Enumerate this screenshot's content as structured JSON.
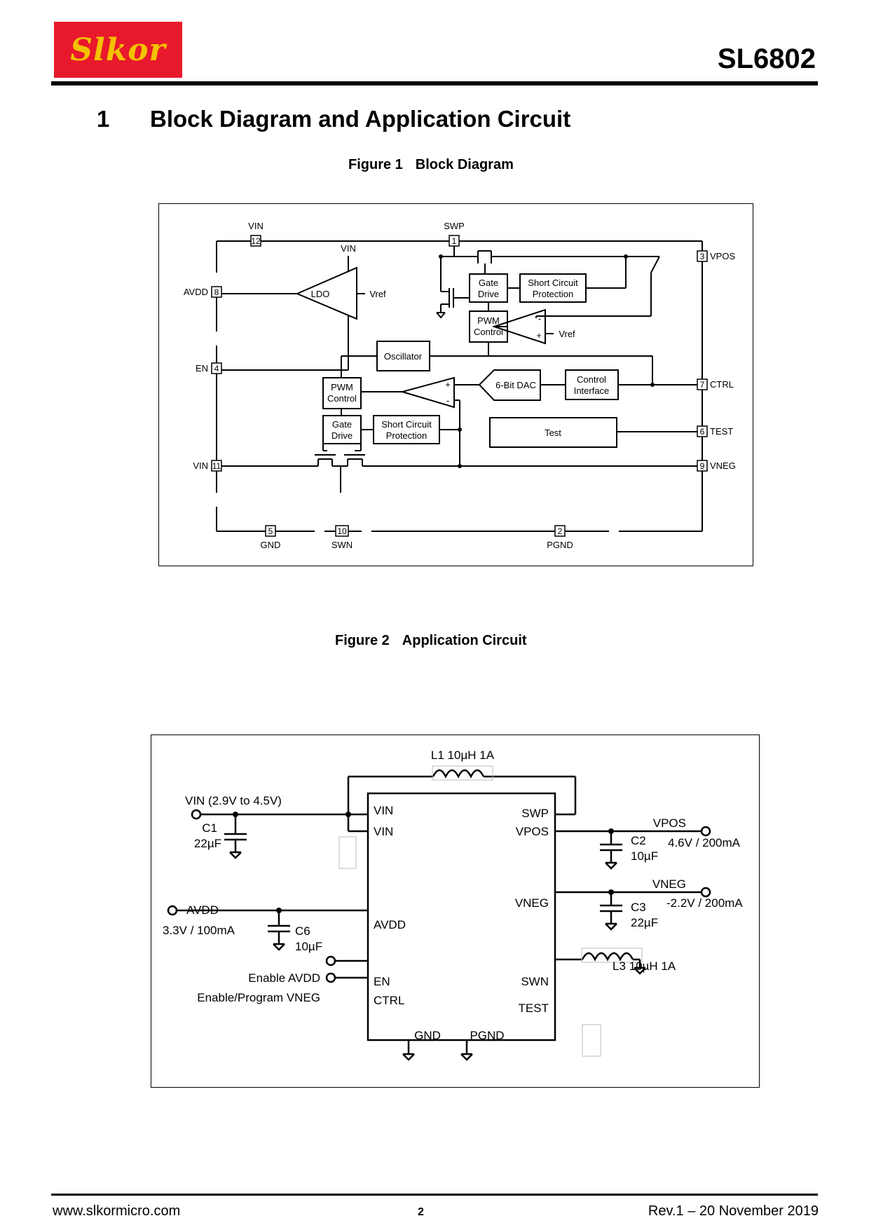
{
  "header": {
    "logo_text": "Slkor",
    "part_number": "SL6802"
  },
  "section": {
    "number": "1",
    "title": "Block Diagram and Application Circuit"
  },
  "figure1": {
    "label": "Figure 1",
    "title": "Block Diagram",
    "pins": {
      "vin_top": "VIN",
      "p12": "12",
      "swp": "SWP",
      "p1": "1",
      "vpos": "VPOS",
      "p3": "3",
      "avdd": "AVDD",
      "p8": "8",
      "en": "EN",
      "p4": "4",
      "ctrl": "CTRL",
      "p7": "7",
      "test": "TEST",
      "p6": "6",
      "vin_left": "VIN",
      "p11": "11",
      "vneg": "VNEG",
      "p9": "9",
      "gnd": "GND",
      "p5": "5",
      "swn": "SWN",
      "p10": "10",
      "pgnd": "PGND",
      "p2": "2"
    },
    "blocks": {
      "vin_ldo": "VIN",
      "ldo": "LDO",
      "vref1": "Vref",
      "gate_drive_top_1": "Gate",
      "gate_drive_top_2": "Drive",
      "scp_top_1": "Short Circuit",
      "scp_top_2": "Protection",
      "pwm_top_1": "PWM",
      "pwm_top_2": "Control",
      "minus_top": "-",
      "plus_top": "+",
      "vref2": "Vref",
      "oscillator": "Oscillator",
      "pwm_bot_1": "PWM",
      "pwm_bot_2": "Control",
      "plus_bot": "+",
      "minus_bot": "-",
      "dac": "6-Bit DAC",
      "ci_1": "Control",
      "ci_2": "Interface",
      "gate_drive_bot_1": "Gate",
      "gate_drive_bot_2": "Drive",
      "scp_bot_1": "Short Circuit",
      "scp_bot_2": "Protection",
      "test_block": "Test"
    }
  },
  "figure2": {
    "label": "Figure 2",
    "title": "Application Circuit",
    "ic_pins": {
      "vin1": "VIN",
      "vin2": "VIN",
      "swp": "SWP",
      "vpos": "VPOS",
      "vneg": "VNEG",
      "avdd": "AVDD",
      "en": "EN",
      "ctrl": "CTRL",
      "swn": "SWN",
      "test": "TEST",
      "gnd": "GND",
      "pgnd": "PGND"
    },
    "labels": {
      "l1": "L1 10µH 1A",
      "vin_supply": "VIN (2.9V to 4.5V)",
      "c1_name": "C1",
      "c1_value": "22µF",
      "vpos_out": "VPOS",
      "vpos_rating": "4.6V / 200mA",
      "c2_name": "C2",
      "c2_value": "10µF",
      "vneg_out": "VNEG",
      "vneg_rating": "-2.2V / 200mA",
      "c3_name": "C3",
      "c3_value": "22µF",
      "avdd_out": "AVDD",
      "avdd_rating": "3.3V / 100mA",
      "c6_name": "C6",
      "c6_value": "10µF",
      "enable_avdd": "Enable AVDD",
      "enable_vneg": "Enable/Program VNEG",
      "l3": "L3 10µH 1A"
    }
  },
  "footer": {
    "website": "www.slkormicro.com",
    "page": "2",
    "revision": "Rev.1 – 20 November 2019"
  }
}
